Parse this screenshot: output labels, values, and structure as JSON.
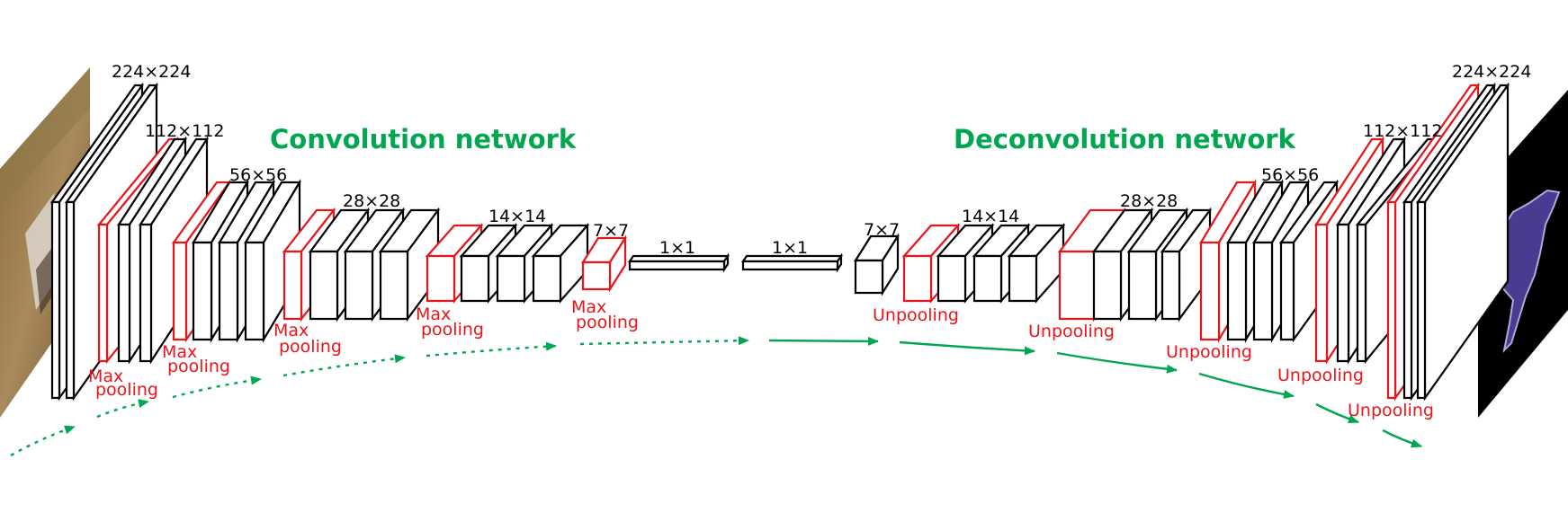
{
  "titles": {
    "conv": "Convolution network",
    "deconv": "Deconvolution network"
  },
  "sizes": {
    "conv_224": "224×224",
    "conv_112": "112×112",
    "conv_56": "56×56",
    "conv_28": "28×28",
    "conv_14": "14×14",
    "conv_7": "7×7",
    "fc_1": "1×1",
    "fc_2": "1×1",
    "deconv_7": "7×7",
    "deconv_14": "14×14",
    "deconv_28": "28×28",
    "deconv_56": "56×56",
    "deconv_112": "112×112",
    "deconv_224": "224×224"
  },
  "pooling": {
    "p1": [
      "Max",
      "pooling"
    ],
    "p2": [
      "Max",
      "pooling"
    ],
    "p3": [
      "Max",
      "pooling"
    ],
    "p4": [
      "Max",
      "pooling"
    ],
    "p5": [
      "Max",
      "pooling"
    ]
  },
  "unpooling": {
    "u1": "Unpooling",
    "u2": "Unpooling",
    "u3": "Unpooling",
    "u4": "Unpooling",
    "u5": "Unpooling"
  },
  "colors": {
    "title": "#00a650",
    "pool": "#e8151b",
    "arrow": "#00a650",
    "box": "#000000",
    "input_image": "#9c7a4a",
    "output_bg": "#000000",
    "output_mask": "#4a3a92"
  },
  "images": {
    "input": "input-image-dog",
    "output": "output-segmentation-mask"
  }
}
